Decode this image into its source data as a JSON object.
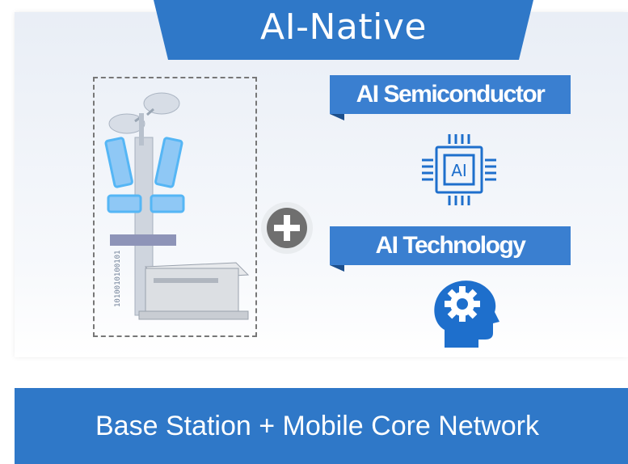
{
  "title": "AI-Native",
  "semiconductor_label": "AI Semiconductor",
  "chip_label": "AI",
  "technology_label": "AI Technology",
  "footer_label": "Base Station + Mobile Core Network",
  "colors": {
    "primary_blue": "#2f78c8",
    "banner_blue": "#3a7fd0",
    "icon_blue": "#1e6fcc",
    "glow": "#7fd4ff"
  },
  "icons": {
    "plus": "plus-circle-icon",
    "chip": "ai-chip-icon",
    "head": "head-gear-icon",
    "tower": "base-station-illustration"
  }
}
